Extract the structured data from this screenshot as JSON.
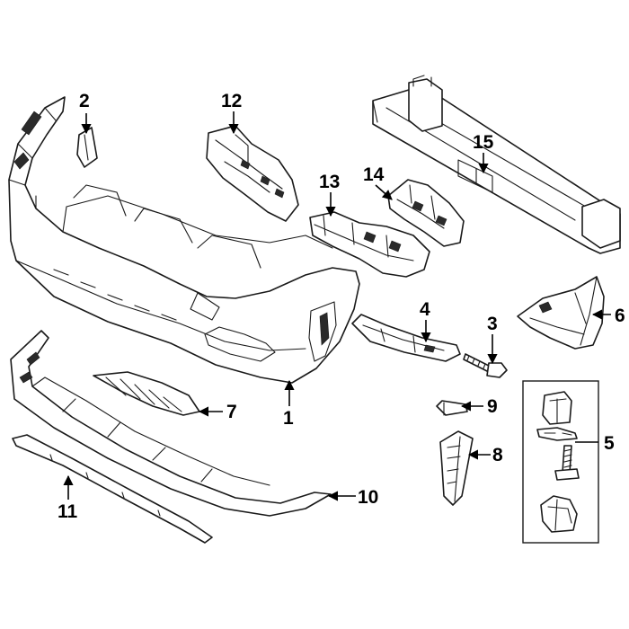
{
  "callouts": {
    "c1": "1",
    "c2": "2",
    "c3": "3",
    "c4": "4",
    "c5": "5",
    "c6": "6",
    "c7": "7",
    "c8": "8",
    "c9": "9",
    "c10": "10",
    "c11": "11",
    "c12": "12",
    "c13": "13",
    "c14": "14",
    "c15": "15"
  },
  "colors": {
    "line": "#1a1a1a",
    "background": "#ffffff"
  }
}
